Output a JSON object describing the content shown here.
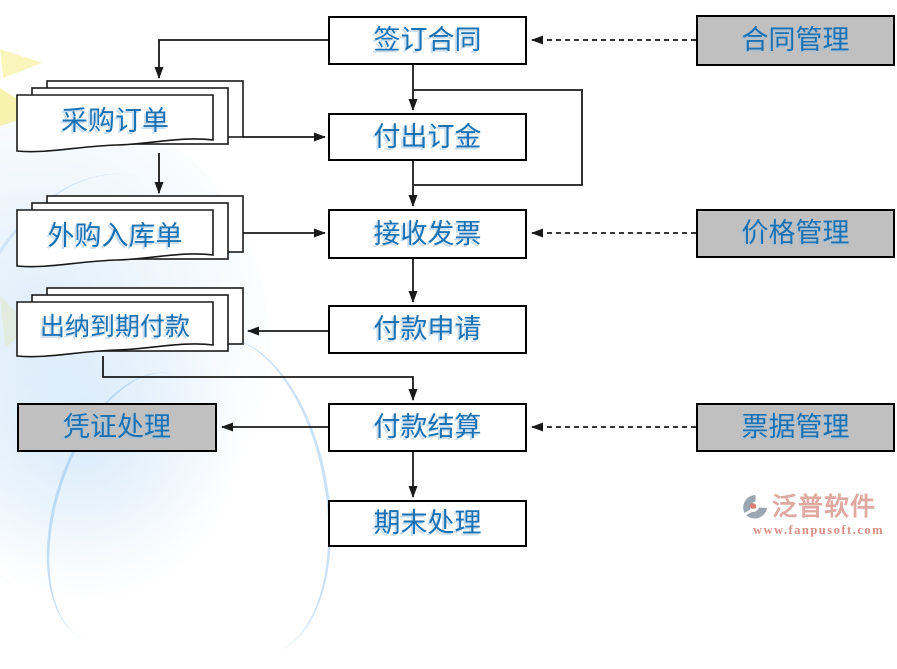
{
  "nodes": {
    "sign_contract": {
      "label": "签订合同"
    },
    "pay_deposit": {
      "label": "付出订金"
    },
    "receive_invoice": {
      "label": "接收发票"
    },
    "payment_request": {
      "label": "付款申请"
    },
    "payment_settlement": {
      "label": "付款结算"
    },
    "period_end": {
      "label": "期末处理"
    },
    "purchase_order": {
      "label": "采购订单"
    },
    "outsourced_inbound": {
      "label": "外购入库单"
    },
    "cashier_due_payment": {
      "label": "出纳到期付款"
    },
    "voucher_processing": {
      "label": "凭证处理"
    },
    "contract_management": {
      "label": "合同管理"
    },
    "price_management": {
      "label": "价格管理"
    },
    "bill_management": {
      "label": "票据管理"
    }
  },
  "branding": {
    "logo_text": "泛普软件",
    "website": "www.fanpusoft.com"
  },
  "colors": {
    "node_text_blue": "#1a72b4",
    "module_fill_gray": "#c0c0c0",
    "connector_black": "#1a1a1a",
    "logo_pink": "#d98f86",
    "logo_gray": "#9aa6b2"
  }
}
